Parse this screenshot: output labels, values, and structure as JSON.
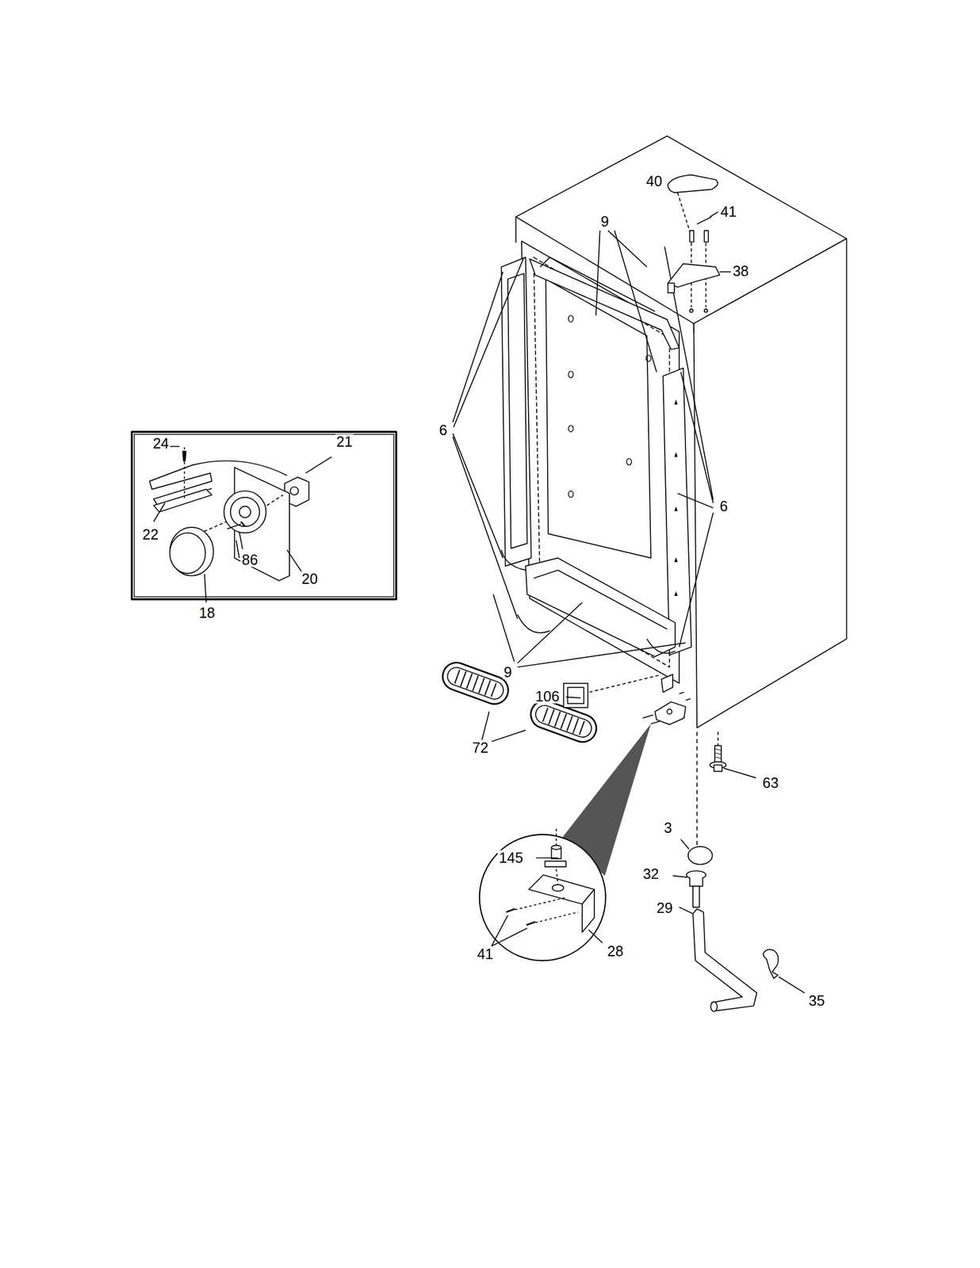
{
  "diagram": {
    "labels": [
      "9",
      "40",
      "41",
      "38",
      "6",
      "24",
      "21",
      "22",
      "86",
      "20",
      "18",
      "6",
      "9",
      "106",
      "72",
      "63",
      "145",
      "3",
      "32",
      "29",
      "41",
      "28",
      "35"
    ]
  }
}
